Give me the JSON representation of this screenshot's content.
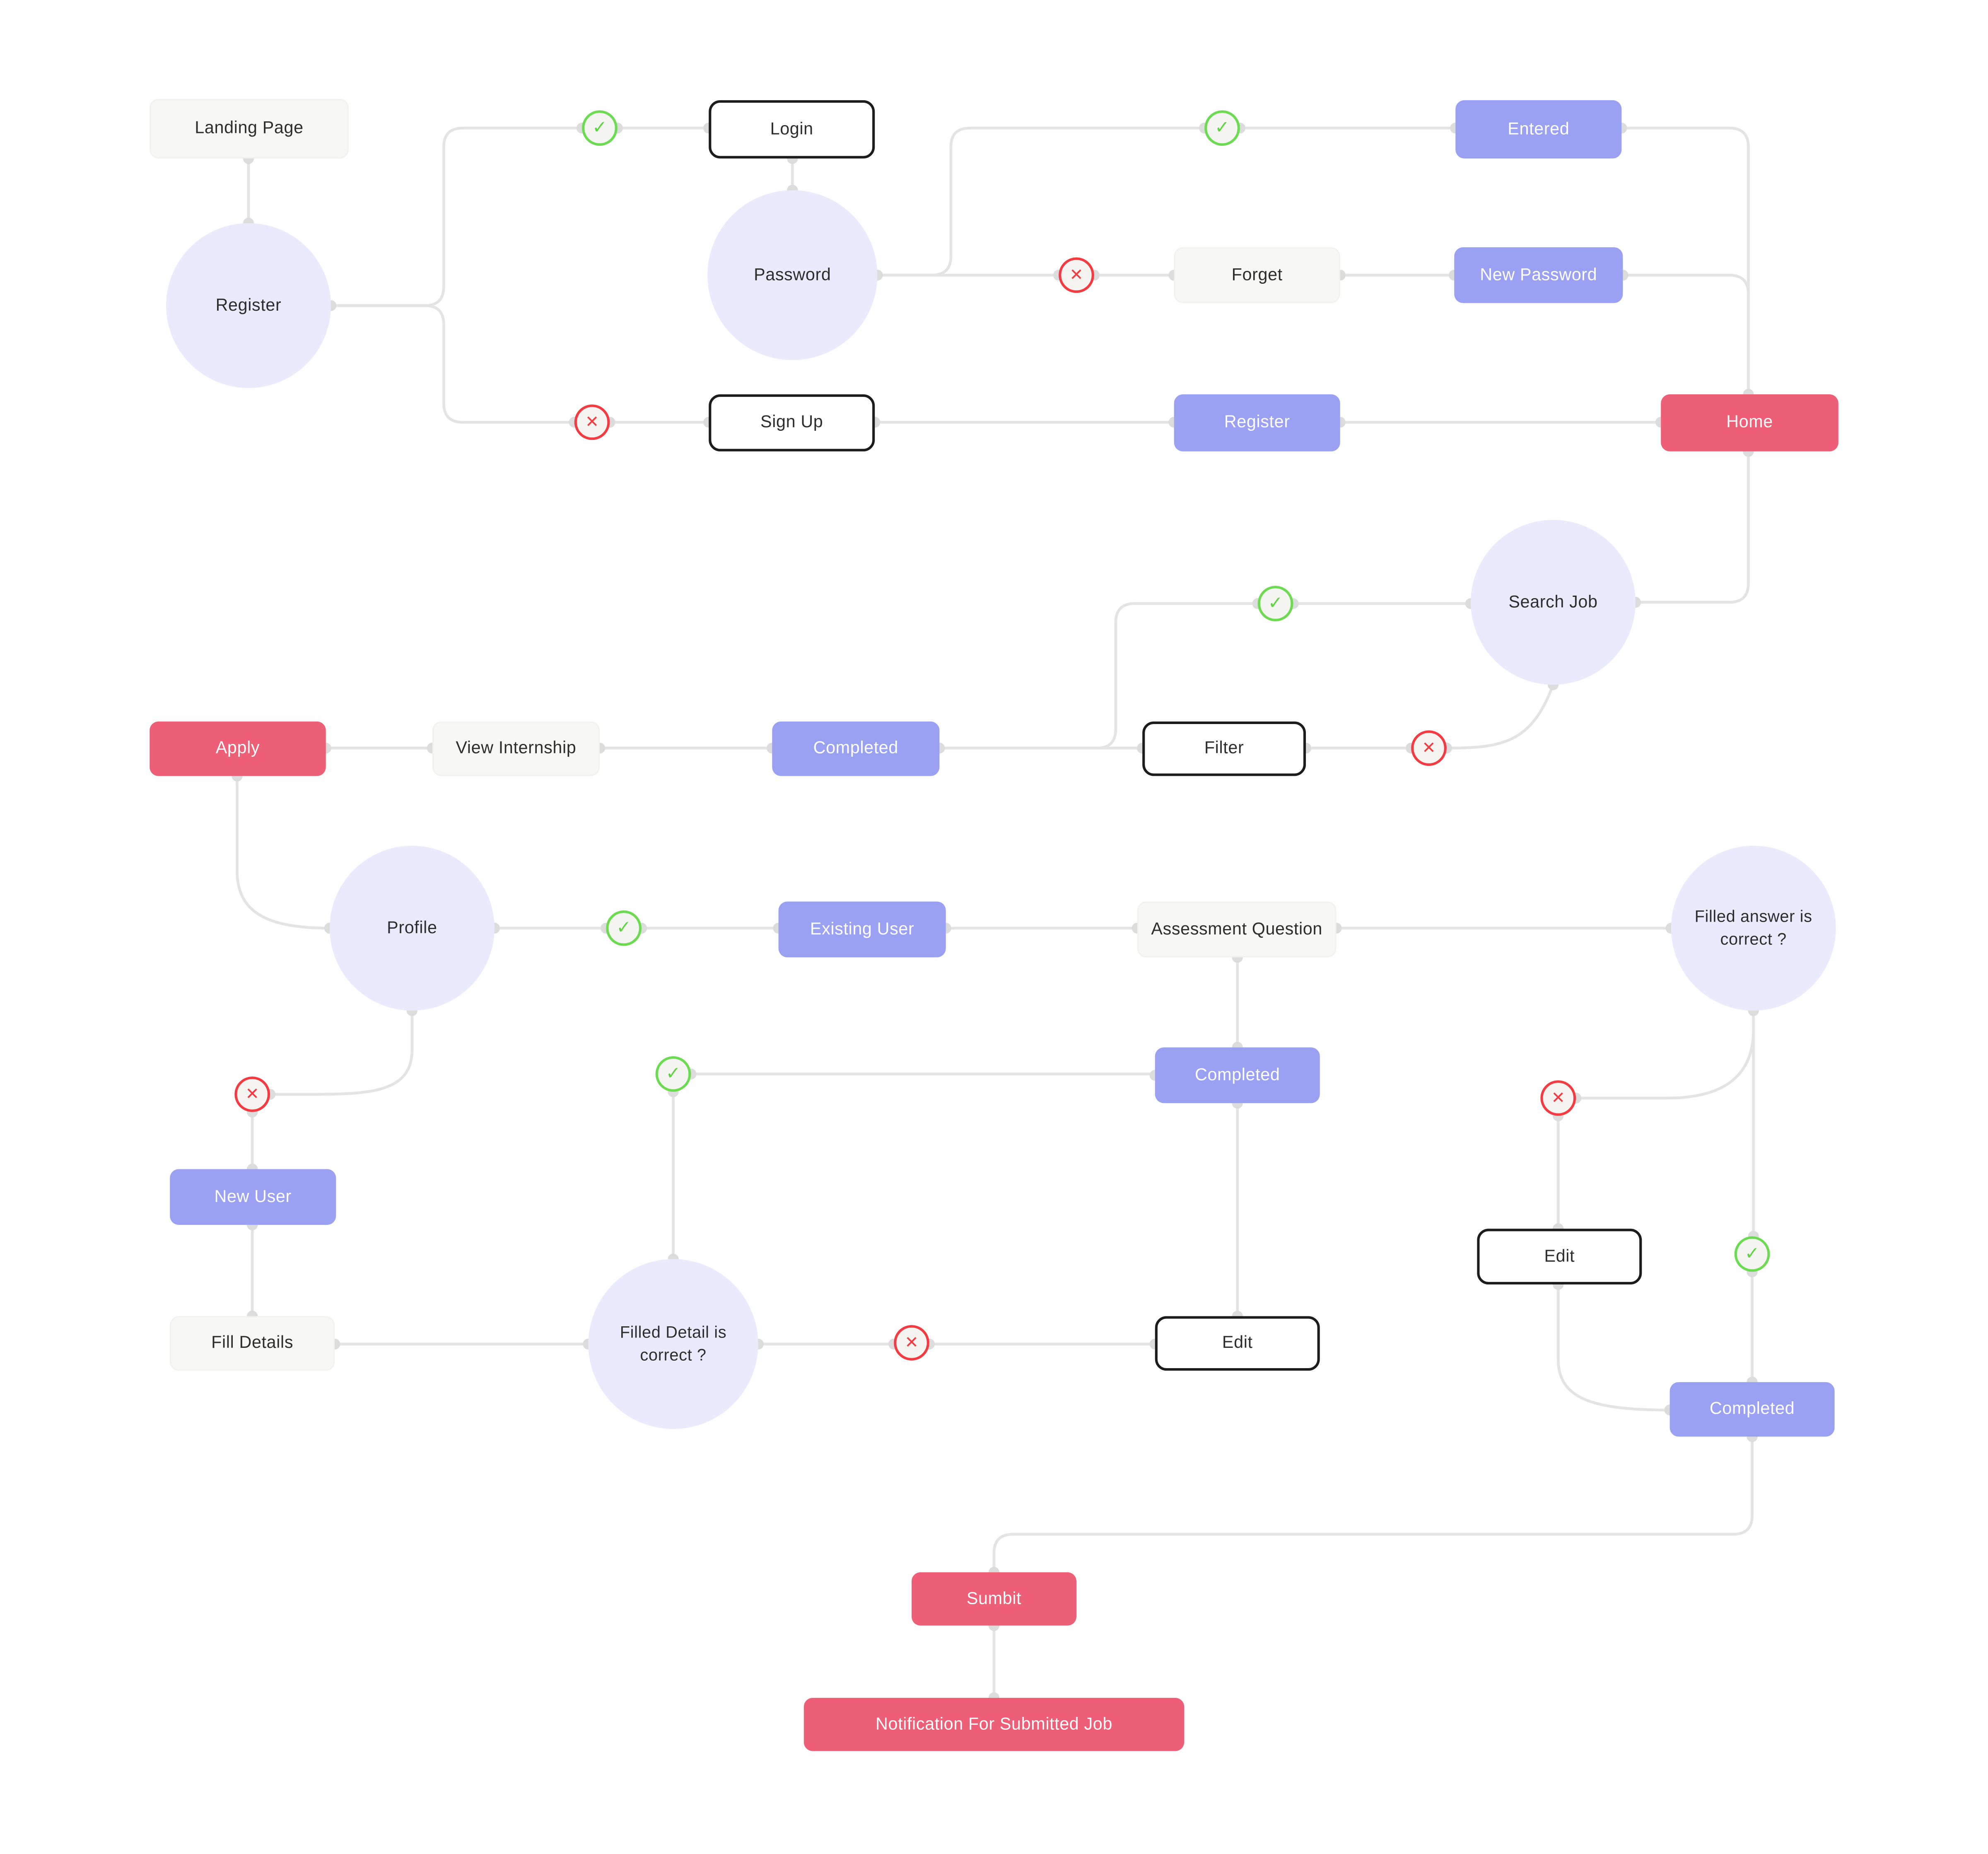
{
  "icons": {
    "check": "✓",
    "cross": "✕"
  },
  "colors": {
    "node_purple": "#9aa1f2",
    "node_red": "#ed5f76",
    "node_gray": "#f7f7f5",
    "node_white_border": "#1c1c1c",
    "state_circle_fill": "#e9ebfc",
    "connector": "#e4e4e4",
    "success_green": "#6cdb52",
    "failure_red": "#f43b41",
    "background": "#ffffff"
  },
  "nodes": {
    "landing_page": {
      "label": "Landing Page"
    },
    "register_start": {
      "label": "Register"
    },
    "login": {
      "label": "Login"
    },
    "password": {
      "label": "Password"
    },
    "entered": {
      "label": "Entered"
    },
    "forget": {
      "label": "Forget"
    },
    "new_password": {
      "label": "New Password"
    },
    "sign_up": {
      "label": "Sign Up"
    },
    "register_action": {
      "label": "Register"
    },
    "home": {
      "label": "Home"
    },
    "search_job": {
      "label": "Search Job"
    },
    "apply": {
      "label": "Apply"
    },
    "view_internship": {
      "label": "View Internship"
    },
    "completed_internship": {
      "label": "Completed"
    },
    "filter": {
      "label": "Filter"
    },
    "profile": {
      "label": "Profile"
    },
    "existing_user": {
      "label": "Existing User"
    },
    "assessment_question": {
      "label": "Assessment Question"
    },
    "filled_answer": {
      "label": "Filled answer is correct ?"
    },
    "completed_assessment": {
      "label": "Completed"
    },
    "new_user": {
      "label": "New User"
    },
    "fill_details": {
      "label": "Fill Details"
    },
    "filled_detail": {
      "label": "Filled Detail is correct ?"
    },
    "edit_answer": {
      "label": "Edit"
    },
    "edit_detail": {
      "label": "Edit"
    },
    "completed_answer": {
      "label": "Completed"
    },
    "submit": {
      "label": "Sumbit"
    },
    "notification": {
      "label": "Notification For Submitted Job"
    }
  }
}
